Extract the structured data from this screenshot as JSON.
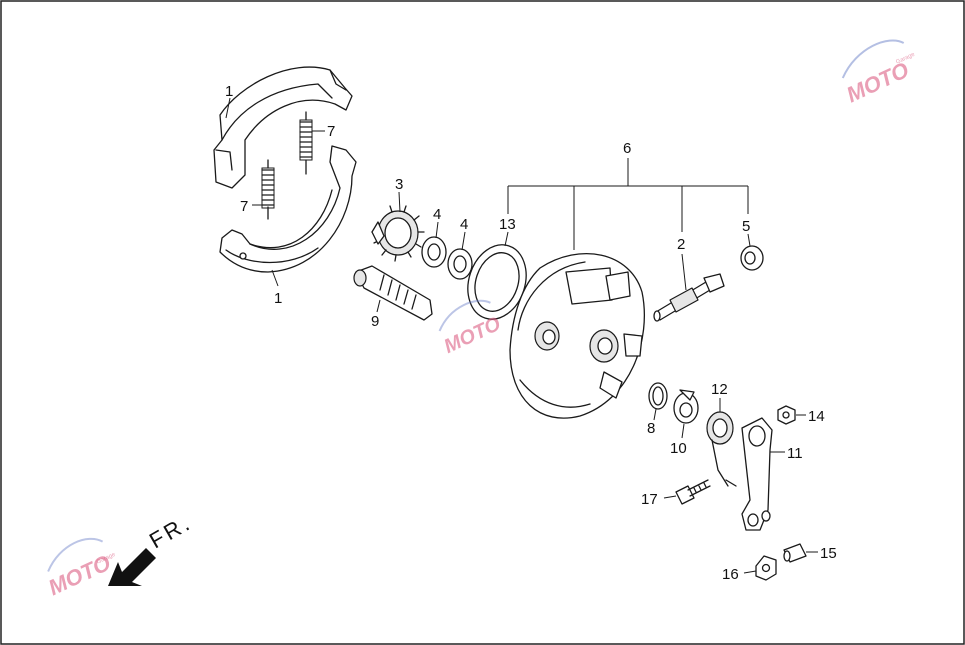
{
  "diagram": {
    "direction_label": "FR.",
    "callouts": [
      {
        "id": "c1a",
        "label": "1"
      },
      {
        "id": "c1b",
        "label": "1"
      },
      {
        "id": "c2",
        "label": "2"
      },
      {
        "id": "c3",
        "label": "3"
      },
      {
        "id": "c4a",
        "label": "4"
      },
      {
        "id": "c4b",
        "label": "4"
      },
      {
        "id": "c5",
        "label": "5"
      },
      {
        "id": "c6",
        "label": "6"
      },
      {
        "id": "c7a",
        "label": "7"
      },
      {
        "id": "c7b",
        "label": "7"
      },
      {
        "id": "c8",
        "label": "8"
      },
      {
        "id": "c9",
        "label": "9"
      },
      {
        "id": "c10",
        "label": "10"
      },
      {
        "id": "c11",
        "label": "11"
      },
      {
        "id": "c12",
        "label": "12"
      },
      {
        "id": "c13",
        "label": "13"
      },
      {
        "id": "c14",
        "label": "14"
      },
      {
        "id": "c15",
        "label": "15"
      },
      {
        "id": "c16",
        "label": "16"
      },
      {
        "id": "c17",
        "label": "17"
      }
    ]
  },
  "watermark": {
    "logo_text": "MOTO",
    "logo_subtext": "Garage",
    "color": "#d9527a"
  },
  "frame": {
    "border_color": "#222222"
  }
}
